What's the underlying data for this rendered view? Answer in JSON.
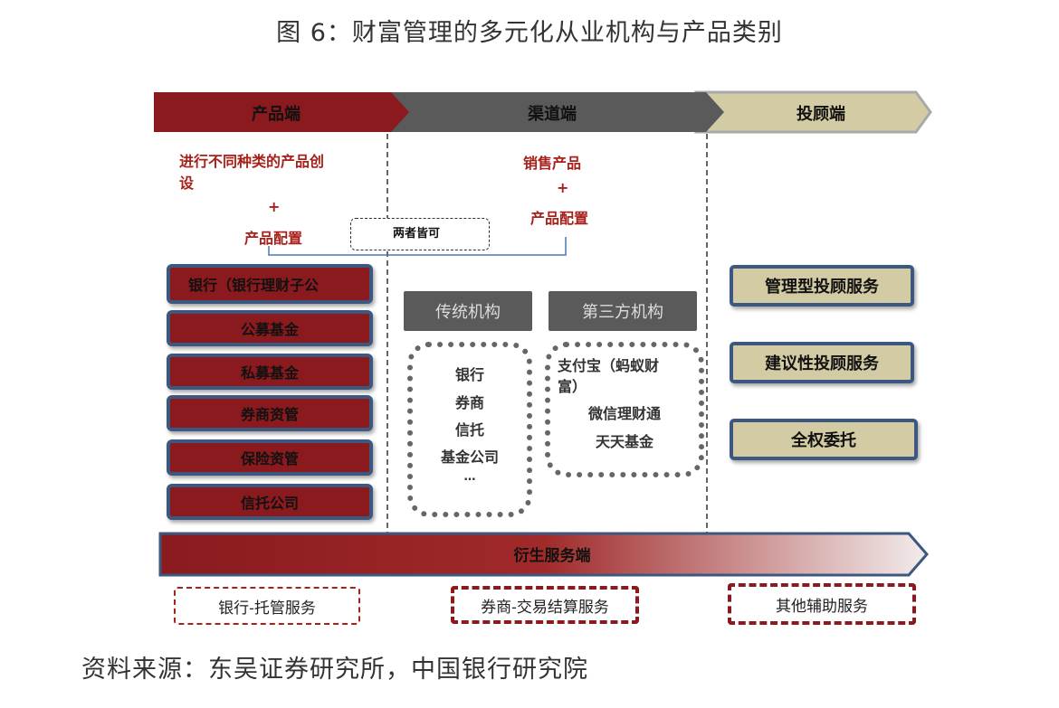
{
  "title": "图 6：财富管理的多元化从业机构与产品类别",
  "source": "资料来源：东吴证券研究所，中国银行研究院",
  "header": {
    "product": "产品端",
    "channel": "渠道端",
    "advisory": "投顾端"
  },
  "product_desc": {
    "line1": "进行不同种类的产品创",
    "line2": "设",
    "plus": "+",
    "config": "产品配置"
  },
  "channel_desc": {
    "line1": "销售产品",
    "plus": "+",
    "config": "产品配置"
  },
  "both_ok": "两者皆可",
  "product_institutions": [
    "银行（银行理财子公",
    "公募基金",
    "私募基金",
    "券商资管",
    "保险资管",
    "信托公司"
  ],
  "channel_groups": {
    "traditional": {
      "label": "传统机构",
      "items": [
        "银行",
        "券商",
        "信托",
        "基金公司",
        "…"
      ]
    },
    "third_party": {
      "label": "第三方机构",
      "items": [
        "支付宝（蚂蚁财",
        "富）",
        "微信理财通",
        "天天基金"
      ]
    }
  },
  "advisory_services": [
    "管理型投顾服务",
    "建议性投顾服务",
    "全权委托"
  ],
  "derivative": {
    "label": "衍生服务端",
    "items": [
      "银行-托管服务",
      "券商-交易结算服务",
      "其他辅助服务"
    ]
  },
  "colors": {
    "product_red": "#8a1a1e",
    "channel_gray": "#5a5a5a",
    "advisory_tan": "#d3cba3",
    "border_blue": "#3d5880"
  }
}
